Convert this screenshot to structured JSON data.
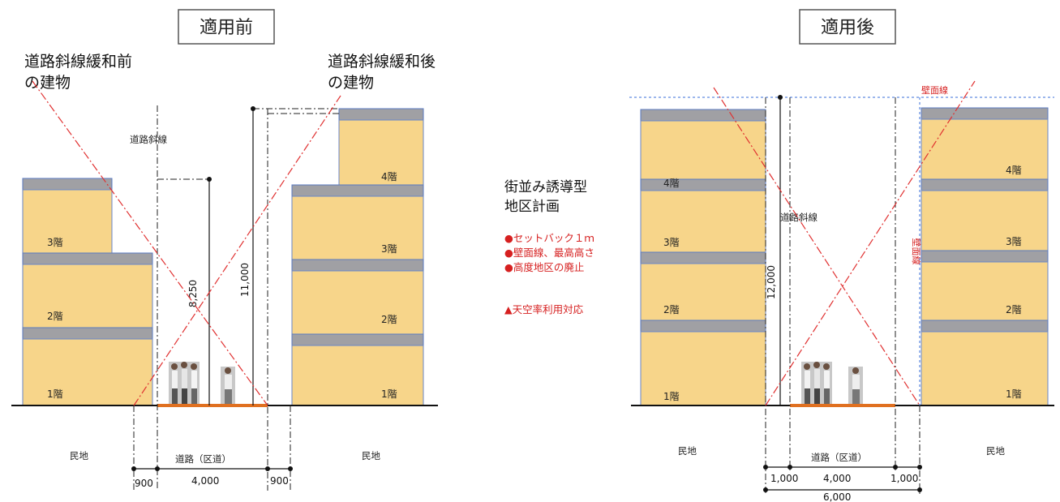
{
  "colors": {
    "building_fill": "#f7d58a",
    "slab_fill": "#a0a0a4",
    "road_line": "#e07020",
    "accent_red": "#d62020",
    "guide_blue": "#3a6fd8"
  },
  "before": {
    "title": "適用前",
    "label_left": [
      "道路斜線緩和前",
      "の建物"
    ],
    "label_right": [
      "道路斜線緩和後",
      "の建物"
    ],
    "road_slope_label": "道路斜線",
    "left_floors": [
      "3階",
      "2階",
      "1階"
    ],
    "right_floors": [
      "4階",
      "3階",
      "2階",
      "1階"
    ],
    "dim_8250": "8,250",
    "dim_11000": "11,000",
    "land_left": "民地",
    "land_right": "民地",
    "road_label": "道路（区道）",
    "dim_left": "900",
    "dim_mid": "4,000",
    "dim_right": "900"
  },
  "after": {
    "title": "適用後",
    "wall_line_top": "壁面線",
    "wall_line_vertical": "壁面線",
    "road_slope_label": "道路斜線",
    "left_floors": [
      "4階",
      "3階",
      "2階",
      "1階"
    ],
    "right_floors": [
      "4階",
      "3階",
      "2階",
      "1階"
    ],
    "dim_12000": "12,000",
    "land_left": "民地",
    "land_right": "民地",
    "road_label": "道路（区道）",
    "dim_left": "1,000",
    "dim_mid": "4,000",
    "dim_right": "1,000",
    "dim_total": "6,000"
  },
  "legend": {
    "heading": [
      "街並み誘導型",
      "地区計画"
    ],
    "bullets": [
      "●セットバック１ｍ",
      "●壁面線、最高高さ",
      "●高度地区の廃止"
    ],
    "note": "▲天空率利用対応"
  }
}
